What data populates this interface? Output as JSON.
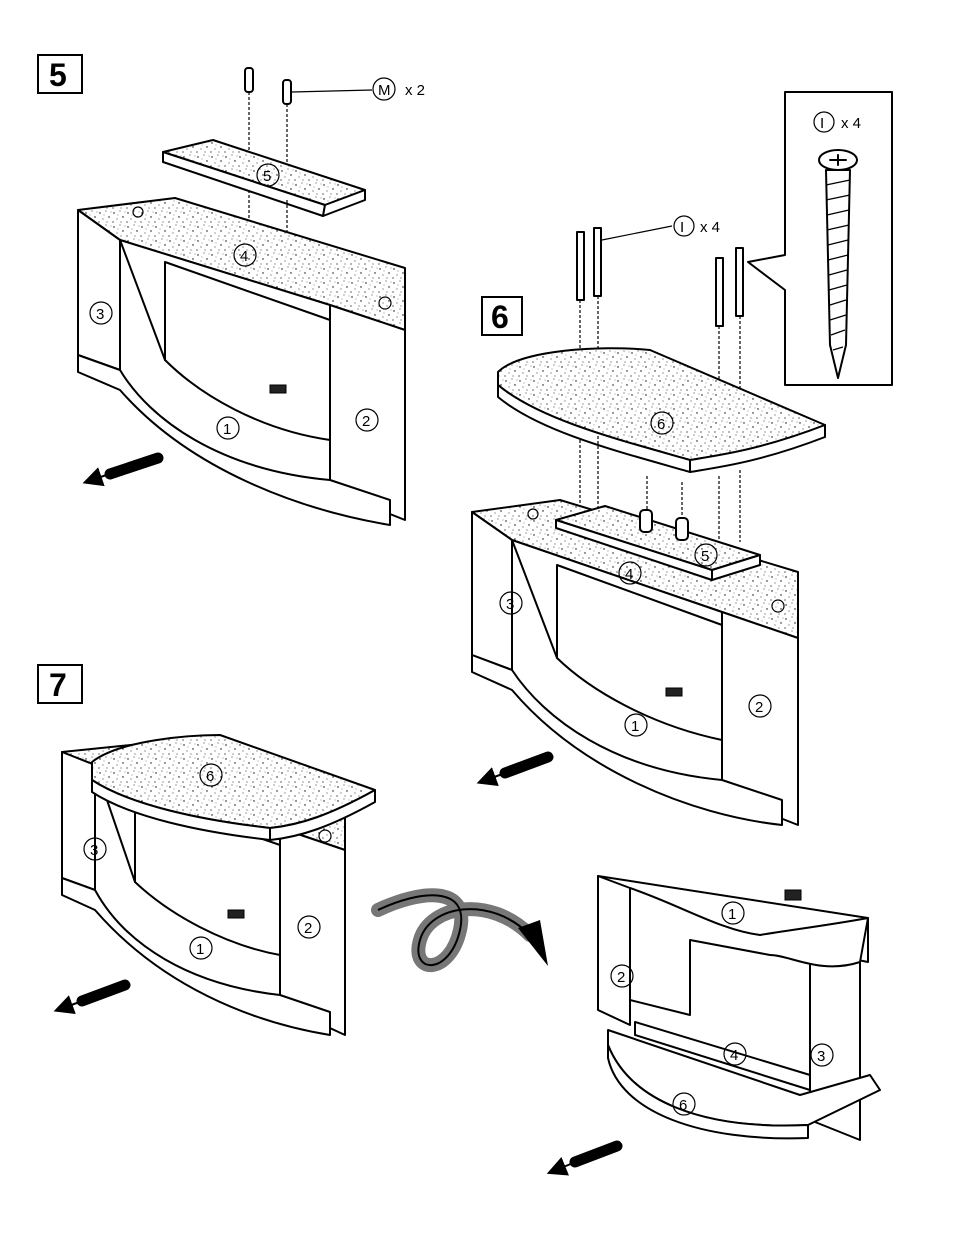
{
  "steps": {
    "s5": "5",
    "s6": "6",
    "s7": "7"
  },
  "parts": {
    "p1": "1",
    "p2": "2",
    "p3": "3",
    "p4": "4",
    "p5": "5",
    "p6": "6",
    "screw_I": "I",
    "peg_M": "M"
  },
  "quantities": {
    "m_count": "x 2",
    "i_count": "x 4",
    "i_count_inset": "x 4"
  }
}
